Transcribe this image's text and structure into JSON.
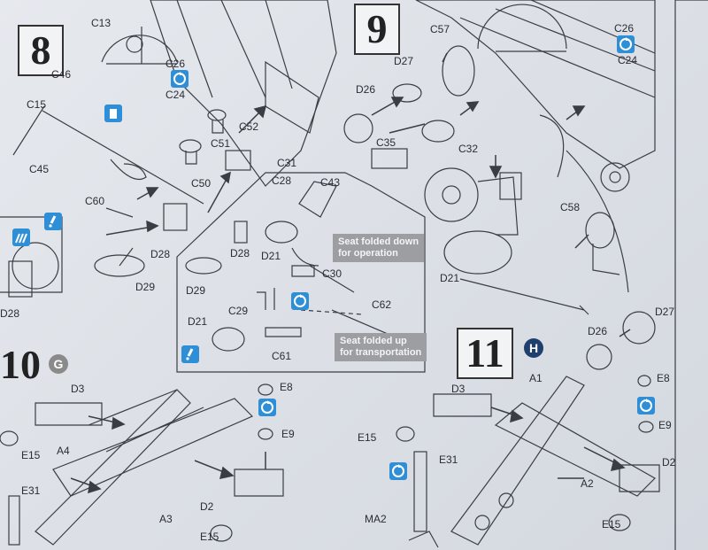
{
  "steps": {
    "s8": "8",
    "s9": "9",
    "s10": "10",
    "s11": "11",
    "opt_g": "G",
    "opt_h": "H"
  },
  "notes": {
    "seat_down_line1": "Seat folded down",
    "seat_down_line2": "for operation",
    "seat_up_line1": "Seat folded up",
    "seat_up_line2": "for transportation"
  },
  "labels": {
    "c13": "C13",
    "c26a": "C26",
    "c24a": "C24",
    "c46": "C46",
    "c15": "C15",
    "c45": "C45",
    "c52": "C52",
    "c51": "C51",
    "c31": "C31",
    "c50": "C50",
    "c60": "C60",
    "d28a": "D28",
    "d28b": "D28",
    "d29a": "D29",
    "c28": "C28",
    "c43": "C43",
    "d28c": "D28",
    "d21a": "D21",
    "c30": "C30",
    "d29b": "D29",
    "c62": "C62",
    "d21b": "D21",
    "c29": "C29",
    "c61": "C61",
    "c57": "C57",
    "d27a": "D27",
    "d26a": "D26",
    "c35": "C35",
    "c32": "C32",
    "c26b": "C26",
    "c24b": "C24",
    "c58": "C58",
    "d21c": "D21",
    "d26b": "D26",
    "d27b": "D27",
    "d3a": "D3",
    "e8a": "E8",
    "e9a": "E9",
    "e15a": "E15",
    "a4": "A4",
    "e31a": "E31",
    "a3": "A3",
    "d2a": "D2",
    "e15b": "E15",
    "d3b": "D3",
    "a1": "A1",
    "e8b": "E8",
    "e9b": "E9",
    "e15c": "E15",
    "e31b": "E31",
    "d2b": "D2",
    "a2": "A2",
    "ma2": "MA2",
    "e15d": "E15"
  },
  "icons": {
    "color_accent": "#2f8fd6",
    "color_dark": "#1f3f6e",
    "color_note_bg": "#9c9ea2",
    "flip_icon": "flip-rotate-icon",
    "glue_icon": "glue-tube-icon",
    "bars_icon": "photoetch-icon",
    "caution_icon": "caution-icon"
  }
}
